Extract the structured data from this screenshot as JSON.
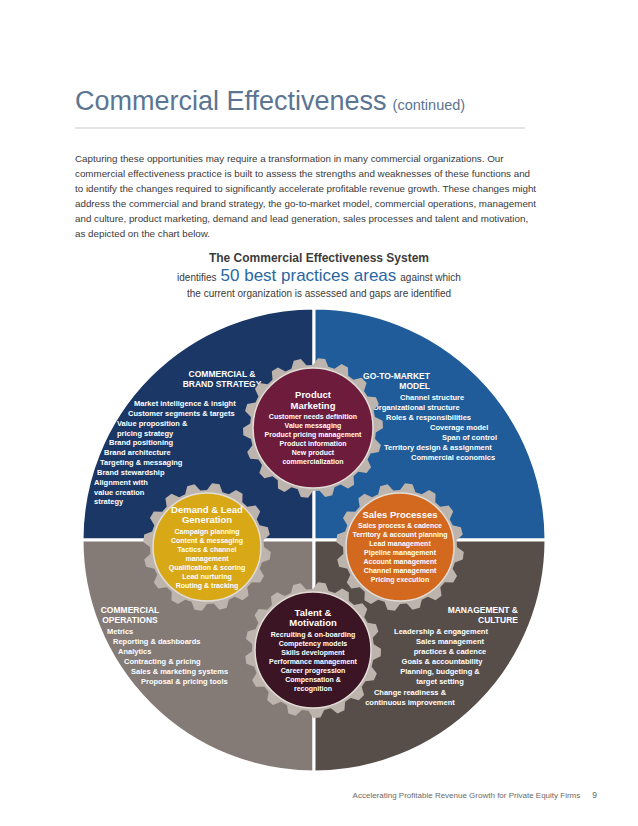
{
  "diagram": {
    "title": "Commercial Effectiveness",
    "nodes": [
      {
        "text": [
          "COMMERCIAL & BRAND STRATEGY",
          "Market intelligence & insight",
          "Customer segments & targets",
          "Value proposition & pricing strategy",
          "Brand positioning",
          "Brand architecture",
          "Targeting & messaging",
          "Brand stewardship",
          "Alignment with value creation strategy"
        ]
      },
      {
        "text": [
          "GO-TO-MARKET MODEL",
          "Channel structure",
          "Organizational structure",
          "Roles & responsibilities",
          "Coverage model",
          "Span of control",
          "Territory design & assignment",
          "Commercial economics"
        ]
      },
      {
        "text": [
          "Product Marketing",
          "Customer needs definition",
          "Value messaging",
          "Product pricing management",
          "Product information",
          "New product commercialization"
        ]
      },
      {
        "text": [
          "Demand & Lead Generation",
          "Campaign planning",
          "Content & messaging",
          "Tactics & channel management",
          "Qualification & scoring",
          "Lead nurturing",
          "Routing & tracking"
        ]
      },
      {
        "text": [
          "Sales Processes",
          "Sales process & cadence",
          "Territory & account planning",
          "Lead management",
          "Pipeline management",
          "Account management",
          "Channel management",
          "Pricing execution"
        ]
      },
      {
        "text": [
          "Talent & Motivation",
          "Recruiting & on-boarding",
          "Competency models",
          "Skills development",
          "Performance management",
          "Career progression",
          "Compensation & recognition"
        ]
      },
      {
        "text": [
          "COMMERCIAL OPERATIONS",
          "Metrics",
          "Reporting & dashboards",
          "Analytics",
          "Contracting & pricing",
          "Sales & marketing systems",
          "Proposal & pricing tools"
        ]
      },
      {
        "text": [
          "MANAGEMENT & CULTURE",
          "Leadership & engagement",
          "Sales management practices & cadence",
          "Goals & accountability",
          "Planning, budgeting & target setting",
          "Change readiness & continuous improvement"
        ]
      }
    ],
    "labels": [
      "(continued)",
      "Capturing these opportunities may require a transformation in many commercial organizations. Our commercial effectiveness practice is built to assess the strengths and weaknesses of these functions and to identify the changes required to significantly accelerate profitable revenue growth. These changes might address the commercial and brand strategy, the go-to-market model, commercial operations, management and culture, product marketing, demand and lead generation, sales processes and talent and motivation, as depicted on the chart below.",
      "The Commercial Effectiveness System",
      "identifies",
      "50 best practices areas",
      "against which",
      "the current organization is assessed and gaps are identified",
      "Accelerating Profitable Revenue Growth for Private Equity Firms",
      "9"
    ]
  }
}
